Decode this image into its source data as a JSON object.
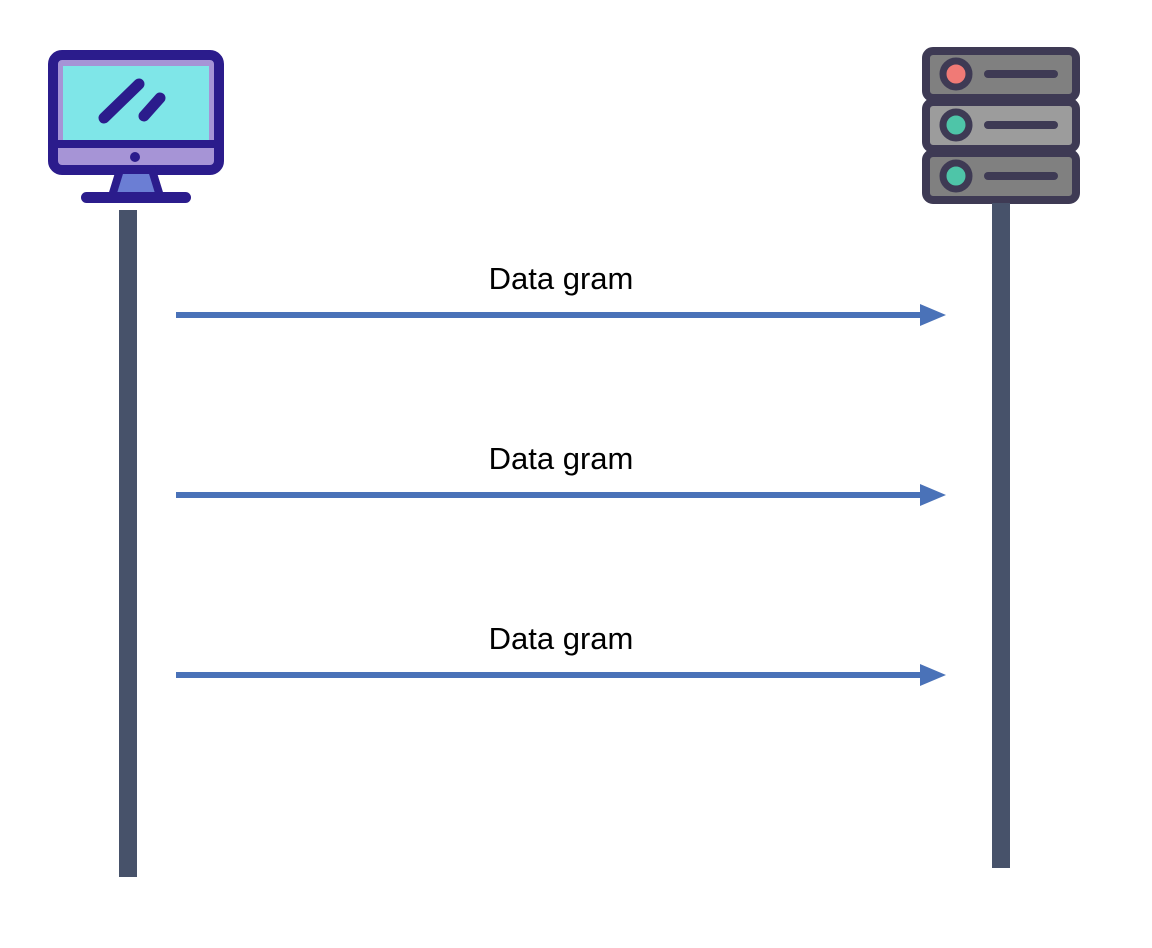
{
  "diagram": {
    "type": "sequence-diagram",
    "background_color": "#ffffff",
    "title": "",
    "participants": [
      {
        "id": "client",
        "icon": "desktop-computer-icon",
        "label": "",
        "lifeline_color": "#47526A",
        "colors": {
          "outline": "#2B1C8C",
          "screen": "#7FE6E8",
          "bezel": "#A694D6",
          "stand": "#6B7ED4"
        }
      },
      {
        "id": "server",
        "icon": "server-rack-icon",
        "label": "",
        "lifeline_color": "#47526A",
        "colors": {
          "outline": "#3E3A54",
          "unit_dark": "#808080",
          "unit_light": "#9C9C9C",
          "led_red": "#F07A76",
          "led_teal": "#4EC5A8",
          "slot_line": "#3E3A54"
        }
      }
    ],
    "messages": [
      {
        "label": "Data gram",
        "from": "client",
        "to": "server",
        "direction": "right",
        "color": "#4A72B8",
        "style": "solid"
      },
      {
        "label": "Data gram",
        "from": "client",
        "to": "server",
        "direction": "right",
        "color": "#4A72B8",
        "style": "solid"
      },
      {
        "label": "Data gram",
        "from": "client",
        "to": "server",
        "direction": "right",
        "color": "#4A72B8",
        "style": "solid"
      }
    ]
  }
}
